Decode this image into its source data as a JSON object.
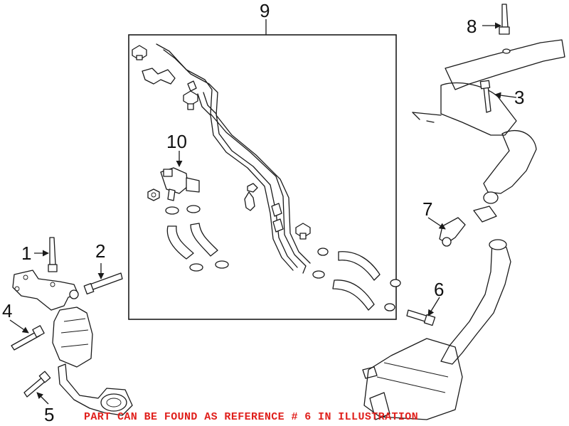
{
  "callouts": {
    "c1": "1",
    "c2": "2",
    "c3": "3",
    "c4": "4",
    "c5": "5",
    "c6": "6",
    "c7": "7",
    "c8": "8",
    "c9": "9",
    "c10": "10"
  },
  "reference_note": "PART CAN BE FOUND AS REFERENCE # 6 IN ILLUSTRATION",
  "colors": {
    "note": "#e0201c",
    "line": "#1a1a1a",
    "background": "#ffffff"
  }
}
